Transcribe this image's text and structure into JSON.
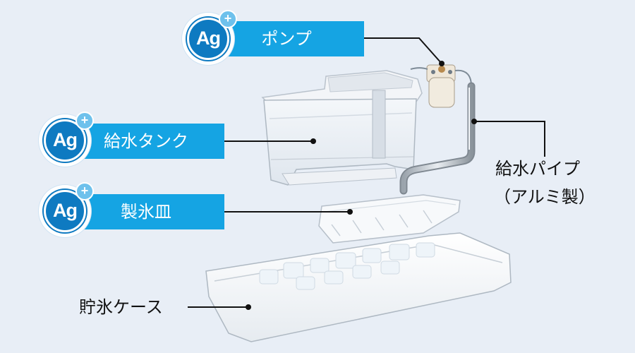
{
  "badges": {
    "ag_text": "Ag",
    "plus_symbol": "+"
  },
  "labels": {
    "pump": "ポンプ",
    "water_tank": "給水タンク",
    "ice_tray": "製氷皿",
    "water_pipe_line1": "給水パイプ",
    "water_pipe_line2": "（アルミ製）",
    "ice_case": "貯氷ケース"
  },
  "colors": {
    "background": "#e8eef6",
    "label_box": "#15a4e3",
    "badge_blue": "#0e7ac1",
    "badge_plus": "#6ec1ec"
  }
}
